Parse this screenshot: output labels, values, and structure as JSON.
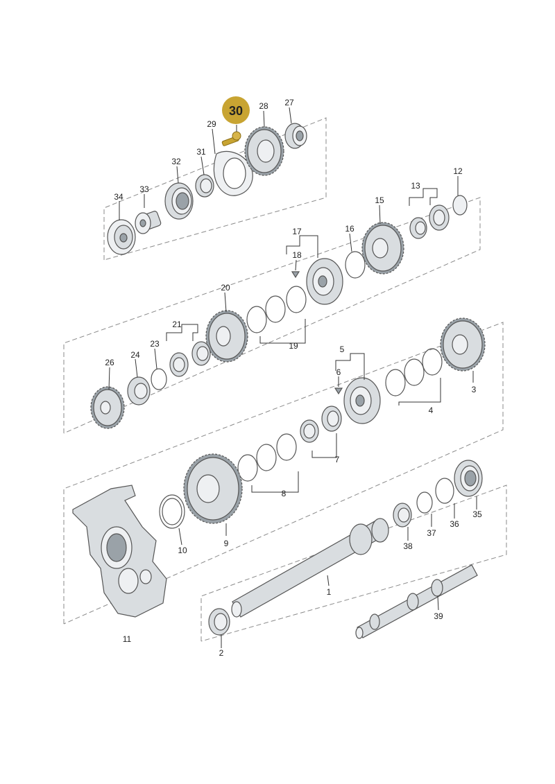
{
  "highlight": {
    "label": "30",
    "color": "#c8a432"
  },
  "colors": {
    "part_light": "#eef0f2",
    "part_mid": "#d9dde0",
    "part_dark": "#9aa2a8",
    "outline": "#555555",
    "label": "#222222"
  },
  "labels": {
    "p1": "1",
    "p2": "2",
    "p3": "3",
    "p4": "4",
    "p5": "5",
    "p6": "6",
    "p7": "7",
    "p8": "8",
    "p9": "9",
    "p10": "10",
    "p11": "11",
    "p12": "12",
    "p13": "13",
    "p15": "15",
    "p16": "16",
    "p17": "17",
    "p18": "18",
    "p19": "19",
    "p20": "20",
    "p21": "21",
    "p23": "23",
    "p24": "24",
    "p26": "26",
    "p27": "27",
    "p28": "28",
    "p29": "29",
    "p31": "31",
    "p32": "32",
    "p33": "33",
    "p34": "34",
    "p35": "35",
    "p36": "36",
    "p37": "37",
    "p38": "38",
    "p39": "39"
  }
}
